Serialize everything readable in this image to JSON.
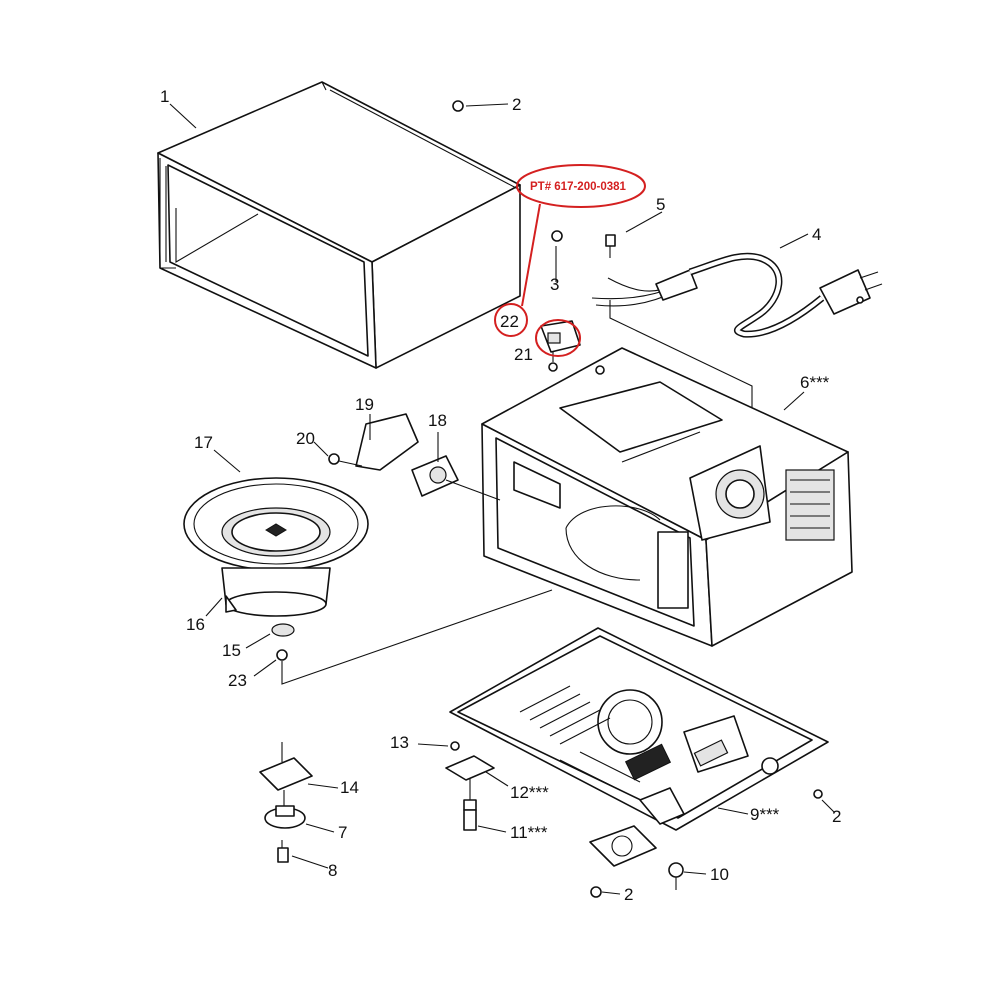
{
  "diagram": {
    "annotation": {
      "part_number": "PT# 617-200-0381",
      "circled_label": "22",
      "color": "#d42020"
    },
    "callouts": [
      {
        "id": "1",
        "text": "1"
      },
      {
        "id": "2a",
        "text": "2"
      },
      {
        "id": "3",
        "text": "3"
      },
      {
        "id": "5",
        "text": "5"
      },
      {
        "id": "4",
        "text": "4"
      },
      {
        "id": "21",
        "text": "21"
      },
      {
        "id": "6",
        "text": "6***"
      },
      {
        "id": "19",
        "text": "19"
      },
      {
        "id": "18",
        "text": "18"
      },
      {
        "id": "20",
        "text": "20"
      },
      {
        "id": "17",
        "text": "17"
      },
      {
        "id": "16",
        "text": "16"
      },
      {
        "id": "15",
        "text": "15"
      },
      {
        "id": "23",
        "text": "23"
      },
      {
        "id": "13",
        "text": "13"
      },
      {
        "id": "14",
        "text": "14"
      },
      {
        "id": "12",
        "text": "12***"
      },
      {
        "id": "9",
        "text": "9***"
      },
      {
        "id": "2b",
        "text": "2"
      },
      {
        "id": "7",
        "text": "7"
      },
      {
        "id": "11",
        "text": "11***"
      },
      {
        "id": "8",
        "text": "8"
      },
      {
        "id": "10",
        "text": "10"
      },
      {
        "id": "2c",
        "text": "2"
      }
    ]
  }
}
